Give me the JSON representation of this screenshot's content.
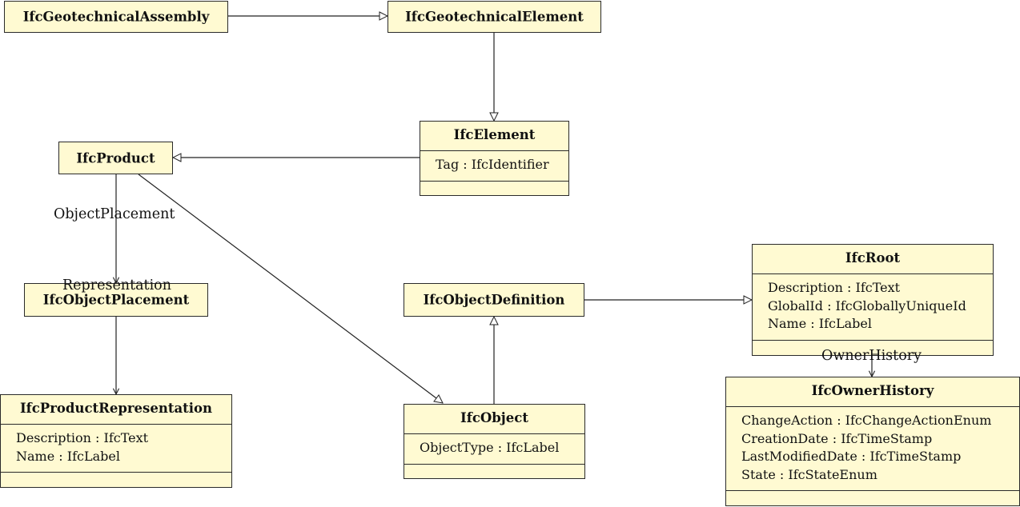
{
  "classes": {
    "geotechnical_assembly": {
      "name": "IfcGeotechnicalAssembly"
    },
    "geotechnical_element": {
      "name": "IfcGeotechnicalElement"
    },
    "element": {
      "name": "IfcElement",
      "attributes": [
        "Tag : IfcIdentifier"
      ]
    },
    "product": {
      "name": "IfcProduct"
    },
    "object_placement": {
      "name": "IfcObjectPlacement"
    },
    "object_definition": {
      "name": "IfcObjectDefinition"
    },
    "root": {
      "name": "IfcRoot",
      "attributes": [
        "Description : IfcText",
        "GlobalId : IfcGloballyUniqueId",
        "Name : IfcLabel"
      ]
    },
    "product_representation": {
      "name": "IfcProductRepresentation",
      "attributes": [
        "Description : IfcText",
        "Name : IfcLabel"
      ]
    },
    "object": {
      "name": "IfcObject",
      "attributes": [
        "ObjectType : IfcLabel"
      ]
    },
    "owner_history": {
      "name": "IfcOwnerHistory",
      "attributes": [
        "ChangeAction : IfcChangeActionEnum",
        "CreationDate : IfcTimeStamp",
        "LastModifiedDate : IfcTimeStamp",
        "State : IfcStateEnum"
      ]
    }
  },
  "relations": {
    "object_placement": "ObjectPlacement",
    "representation": "Representation",
    "owner_history": "OwnerHistory"
  }
}
